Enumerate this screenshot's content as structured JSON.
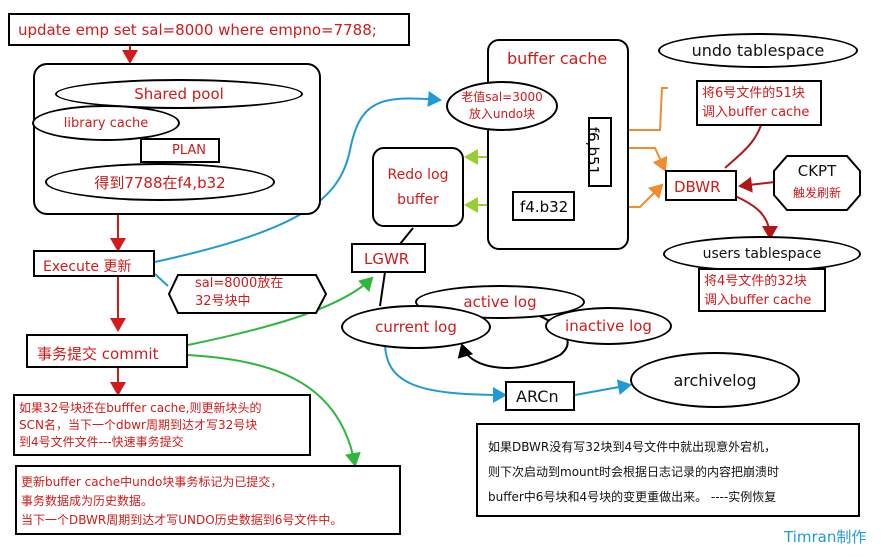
{
  "sql": "update emp set sal=8000 where empno=7788;",
  "shared_pool": {
    "title": "Shared pool",
    "library_cache": "library cache",
    "plan": "PLAN",
    "result": "得到7788在f4,b32"
  },
  "execute": "Execute 更新",
  "execute_note": [
    "sal=8000放在",
    "32号块中"
  ],
  "commit": "事务提交 commit",
  "commit_note_1": [
    "如果32号块还在bufffer cache,则更新块头的",
    "SCN名，当下一个dbwr周期到达才写32号块",
    "到4号文件文件---快速事务提交"
  ],
  "commit_note_2": [
    "更新buffer cache中undo块事务标记为已提交，",
    "事务数据成为历史数据。",
    "当下一个DBWR周期到达才写UNDO历史数据到6号文件中。"
  ],
  "buffer_cache": {
    "title": "buffer cache",
    "old_value": [
      "老值sal=3000",
      "放入undo块"
    ],
    "f6b51": "f6,b51",
    "f4b32": "f4.b32"
  },
  "redo_log_buffer": [
    "Redo log",
    "buffer"
  ],
  "lgwr": "LGWR",
  "dbwr": "DBWR",
  "ckpt": [
    "CKPT",
    "触发刷新"
  ],
  "undo_tablespace": "undo tablespace",
  "undo_note": [
    "将6号文件的51块",
    "调入buffer cache"
  ],
  "users_tablespace": "users tablespace",
  "users_note": [
    "将4号文件的32块",
    "调入buffer cache"
  ],
  "logs": {
    "active": "active log",
    "current": "current log",
    "inactive": "inactive log"
  },
  "arcn": "ARCn",
  "archivelog": "archivelog",
  "recovery_note": [
    "如果DBWR没有写32块到4号文件中就出现意外宕机，",
    "则下次启动到mount时会根据日志记录的内容把崩溃时",
    "buffer中6号块和4号块的变更重做出来。 ----实例恢复"
  ],
  "author": "Timran制作",
  "colors": {
    "red": "#d21a1a",
    "blue": "#1f9ad6",
    "green": "#2db83d",
    "lime": "#9acd32",
    "orange": "#f28a2e",
    "darkred": "#b01818"
  }
}
